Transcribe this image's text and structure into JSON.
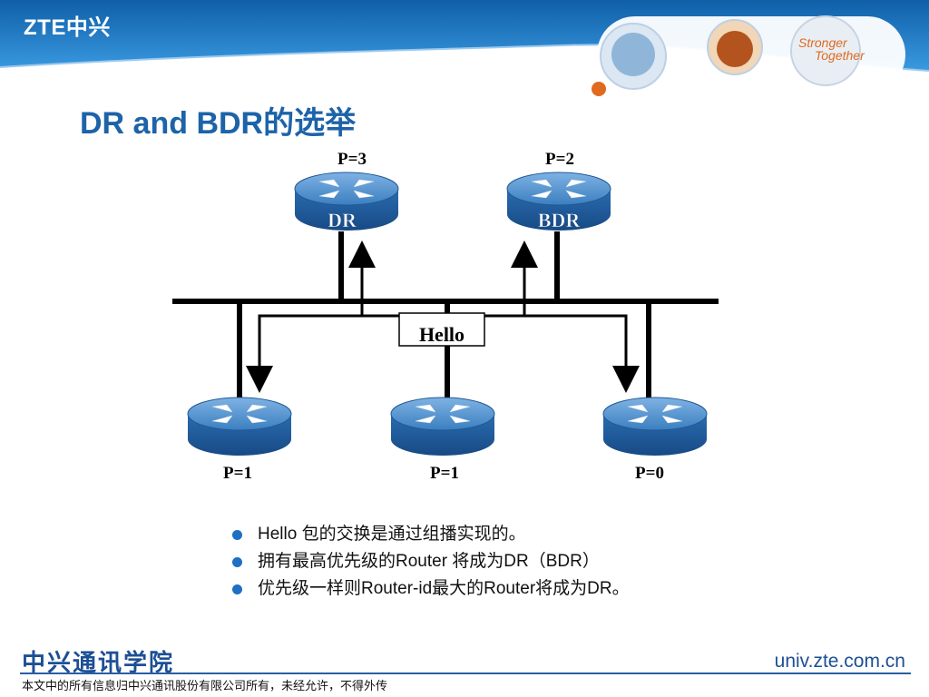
{
  "header": {
    "logo": "ZTE中兴",
    "slogan_line1": "Stronger",
    "slogan_line2": "Together"
  },
  "title": "DR and BDR的选举",
  "diagram": {
    "routers": [
      {
        "id": "dr",
        "priority": "P=3",
        "label": "DR"
      },
      {
        "id": "bdr",
        "priority": "P=2",
        "label": "BDR"
      },
      {
        "id": "r1",
        "priority": "P=1",
        "label": ""
      },
      {
        "id": "r2",
        "priority": "P=1",
        "label": ""
      },
      {
        "id": "r3",
        "priority": "P=0",
        "label": ""
      }
    ],
    "hello_label": "Hello"
  },
  "bullets": [
    "Hello 包的交换是通过组播实现的。",
    "拥有最高优先级的Router 将成为DR（BDR）",
    "优先级一样则Router-id最大的Router将成为DR。"
  ],
  "footer": {
    "org_name": "中兴通讯学院",
    "url": "univ.zte.com.cn",
    "copyright": "本文中的所有信息归中兴通讯股份有限公司所有，未经允许，不得外传"
  },
  "colors": {
    "header_blue": "#1a78c2",
    "title_blue": "#1d63a8",
    "accent_orange": "#e06a1f",
    "router_blue": "#3b7fc0"
  }
}
